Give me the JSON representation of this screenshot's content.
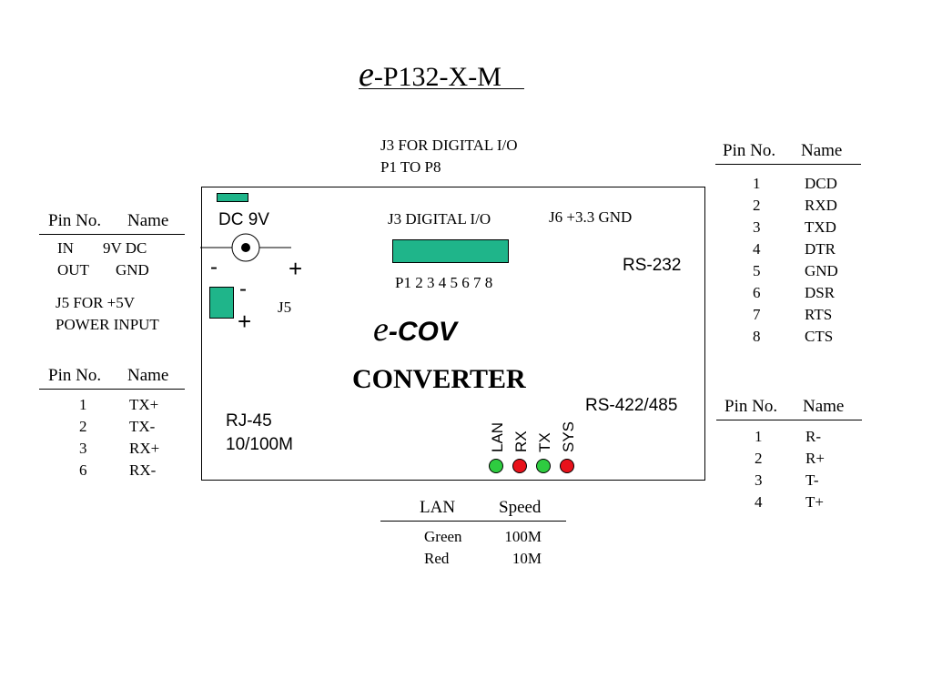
{
  "title": {
    "prefix": "e",
    "text": "-P132-X-M"
  },
  "j3_note": {
    "line1": "J3  FOR DIGITAL I/O",
    "line2": "P1 TO P8"
  },
  "rs232_table": {
    "header_pin": "Pin No.",
    "header_name": "Name",
    "pins": [
      "1",
      "2",
      "3",
      "4",
      "5",
      "6",
      "7",
      "8"
    ],
    "names": [
      "DCD",
      "RXD",
      "TXD",
      "DTR",
      "GND",
      "DSR",
      "RTS",
      "CTS"
    ]
  },
  "power_table": {
    "header_pin": "Pin No.",
    "header_name": "Name",
    "row1_pin": "IN",
    "row1_name": "9V DC",
    "row2_pin": "OUT",
    "row2_name": "GND",
    "j5_note_line1": "J5 FOR +5V",
    "j5_note_line2": "POWER INPUT"
  },
  "rj45_table": {
    "header_pin": "Pin No.",
    "header_name": "Name",
    "pins": [
      "1",
      "2",
      "3",
      "6"
    ],
    "names": [
      "TX+",
      "TX-",
      "RX+",
      "RX-"
    ]
  },
  "rs422_table": {
    "header_pin": "Pin No.",
    "header_name": "Name",
    "pins": [
      "1",
      "2",
      "3",
      "4"
    ],
    "names": [
      "R-",
      "R+",
      "T-",
      "T+"
    ]
  },
  "board": {
    "dc_label": "DC 9V",
    "minus": "-",
    "plus": "+",
    "j5_minus": "-",
    "j5_plus": "+",
    "j5_label": "J5",
    "j3_label": "J3   DIGITAL I/O",
    "j3_pins": "P1 2 3 4 5 6 7 8",
    "j6_label": "J6 +3.3 GND",
    "rs232_label": "RS-232",
    "logo_prefix": "e",
    "logo_text": "-COV",
    "converter": "CONVERTER",
    "rs422_label": "RS-422/485",
    "rj45_line1": "RJ-45",
    "rj45_line2": "10/100M",
    "leds": [
      {
        "label": "LAN",
        "color": "#2ecc40"
      },
      {
        "label": "RX",
        "color": "#e8121b"
      },
      {
        "label": "TX",
        "color": "#2ecc40"
      },
      {
        "label": "SYS",
        "color": "#e8121b"
      }
    ]
  },
  "lan_table": {
    "header_col1": "LAN",
    "header_col2": "Speed",
    "col1": [
      "Green",
      "Red"
    ],
    "col2": [
      "100M",
      "10M"
    ]
  },
  "colors": {
    "connector_green": "#1fb58a",
    "led_green": "#2ecc40",
    "led_red": "#e8121b"
  }
}
